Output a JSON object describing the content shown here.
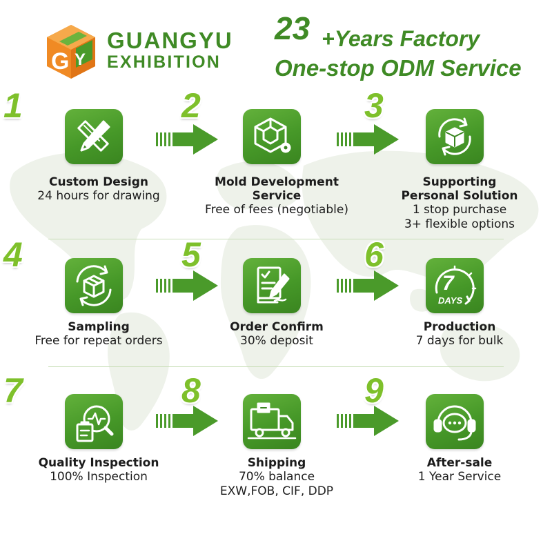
{
  "brand": {
    "line1": "GUANGYU",
    "line2": "EXHIBITION"
  },
  "headline": {
    "years_number": "23",
    "years_text": "+Years Factory",
    "service": "One-stop ODM Service"
  },
  "colors": {
    "primary_green": "#3f8a25",
    "icon_green": "#4a9a2a",
    "number_green": "#7ec02b",
    "logo_orange": "#f08a24"
  },
  "steps": [
    {
      "number": "1",
      "icon": "ruler-pencil-icon",
      "title": [
        "Custom Design"
      ],
      "lines": [
        "24 hours for drawing"
      ]
    },
    {
      "number": "2",
      "icon": "mold-cube-gear-icon",
      "title": [
        "Mold Development",
        "Service"
      ],
      "lines": [
        "Free of fees (negotiable)"
      ]
    },
    {
      "number": "3",
      "icon": "package-cycle-icon",
      "title": [
        "Supporting",
        "Personal Solution"
      ],
      "lines": [
        "1 stop purchase",
        "3+ flexible options"
      ]
    },
    {
      "number": "4",
      "icon": "sample-box-icon",
      "title": [
        "Sampling"
      ],
      "lines": [
        "Free for repeat orders"
      ]
    },
    {
      "number": "5",
      "icon": "contract-pen-icon",
      "title": [
        "Order Confirm"
      ],
      "lines": [
        "30% deposit"
      ]
    },
    {
      "number": "6",
      "icon": "seven-days-clock-icon",
      "title": [
        "Production"
      ],
      "lines": [
        "7 days for bulk"
      ],
      "icon_text": {
        "number": "7",
        "label": "DAYS"
      }
    },
    {
      "number": "7",
      "icon": "inspection-magnifier-icon",
      "title": [
        "Quality Inspection"
      ],
      "lines": [
        "100% Inspection"
      ]
    },
    {
      "number": "8",
      "icon": "delivery-truck-icon",
      "title": [
        "Shipping"
      ],
      "lines": [
        "70% balance",
        "EXW,FOB, CIF, DDP"
      ]
    },
    {
      "number": "9",
      "icon": "support-headset-icon",
      "title": [
        "After-sale"
      ],
      "lines": [
        "1 Year Service"
      ]
    }
  ]
}
